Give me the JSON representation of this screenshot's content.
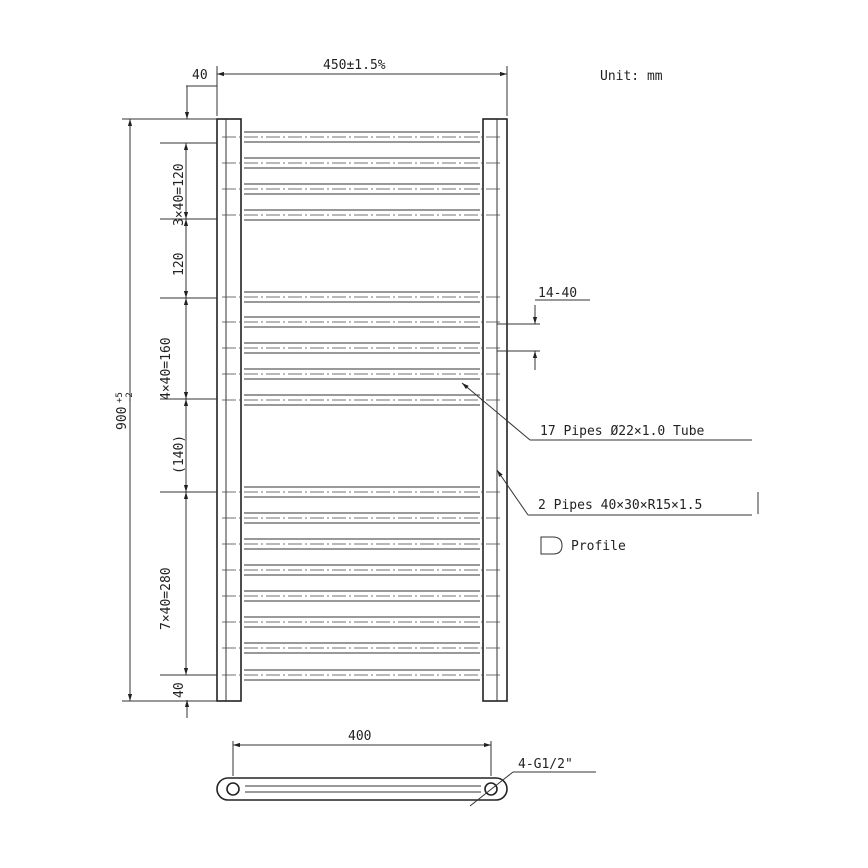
{
  "unit_label": "Unit: mm",
  "dims": {
    "overall_width": "450±1.5%",
    "left_offset": "40",
    "height_main": "900",
    "height_tol_plus": "+5",
    "height_tol_minus": "-2",
    "seg_top": "3×40=120",
    "seg_gap1": "120",
    "seg_mid": "4×40=160",
    "seg_gap2": "(140)",
    "seg_low": "7×40=280",
    "seg_bottom": "40",
    "pipe_gap": "14-40",
    "centres": "400"
  },
  "callouts": {
    "tubes": "17 Pipes Ø22×1.0 Tube",
    "uprights": "2 Pipes 40×30×R15×1.5",
    "profile": "Profile",
    "connections": "4-G1/2\""
  }
}
